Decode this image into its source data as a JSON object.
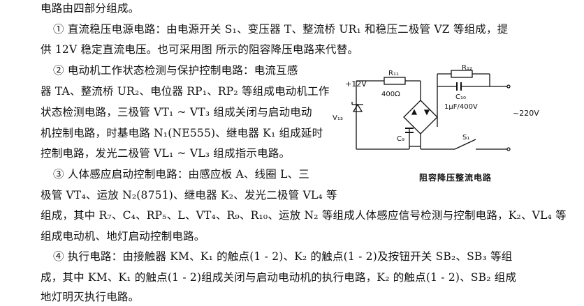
{
  "paragraphs": [
    {
      "text": "电路由四部分组成。"
    },
    {
      "text": "① 直流稳压电源电路：由电源开关 S₁、变压器 T、整流桥 UR₁ 和稳压二极管 VZ 等组成，提"
    },
    {
      "text": "供 12V 稳定直流电压。也可采用图          所示的阻容降压电路来代替。"
    },
    {
      "text": "② 电动机工作状态检测与保护控制电路：电流互感"
    },
    {
      "text": "器 TA、整流桥 UR₂、电位器 RP₁、RP₂ 等组成电动机工作"
    },
    {
      "text": "状态检测电路，三极管 VT₁ ~ VT₃ 组成关闭与启动电动"
    },
    {
      "text": "机控制电路，时基电路 N₁(NE555)、继电器 K₁ 组成延时"
    },
    {
      "text": "控制电路，发光二极管 VL₁ ~ VL₃ 组成指示电路。"
    },
    {
      "text": "③ 人体感应启动控制电路：由感应板 A、线圈 L、三"
    },
    {
      "text": "极管 VT₄、运放 N₂(8751)、继电器 K₂、发光二极管 VL₄ 等"
    },
    {
      "text": "组成，其中 R₇、C₄、RP₅、L、VT₄、R₉、R₁₀、运放 N₂ 等组成人体感应信号检测与控制电路，K₂、VL₄ 等"
    },
    {
      "text": "组成电动机、地灯启动控制电路。"
    },
    {
      "text": "④ 执行电路：由接触器 KM、K₁ 的触点(1 - 2)、K₂ 的触点(1 - 2)及按钮开关 SB₂、SB₃ 等组"
    },
    {
      "text": "成，其中 KM、K₁ 的触点(1 - 2)组成关闭与启动电动机的执行电路，K₂ 的触点(1 - 2)、SB₂ 组成"
    },
    {
      "text": "地灯明灭执行电路。"
    }
  ],
  "figure": {
    "caption": "阻容降压整流电路",
    "labels": {
      "v12": "+12V",
      "r11": "R₁₁",
      "r11_val": "400Ω",
      "r12": "R₁₂",
      "c10": "C₁₀",
      "c10_val": "1μF/400V",
      "v220": "~220V",
      "v13": "V₁₃",
      "c9": "C₉",
      "s1": "S₁"
    }
  }
}
